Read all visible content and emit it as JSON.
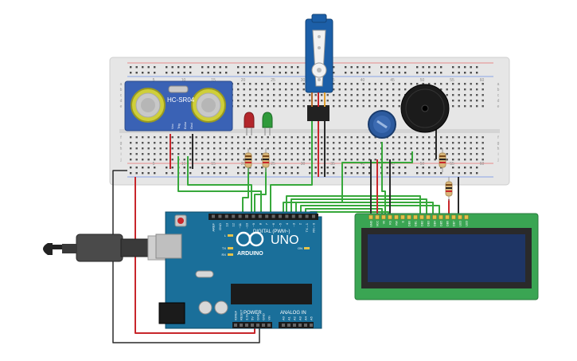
{
  "canvas": {
    "background": "#ffffff"
  },
  "components": {
    "breadboard": {
      "column_numbers": [
        "5",
        "10",
        "15",
        "20",
        "25",
        "30",
        "35",
        "40",
        "45",
        "50",
        "55",
        "60"
      ],
      "row_letters": [
        "a",
        "b",
        "c",
        "d",
        "e",
        "f",
        "g",
        "h",
        "i",
        "j"
      ],
      "color": "#e6e6e6"
    },
    "ultrasonic": {
      "label": "HC-SR04",
      "pins": [
        "Vcc",
        "Trig",
        "Echo",
        "Gnd"
      ],
      "pcb_color": "#3a62b5"
    },
    "leds": [
      {
        "name": "red-led",
        "color": "#b3262b"
      },
      {
        "name": "green-led",
        "color": "#2f9a3a"
      }
    ],
    "servo": {
      "color": "#1c5fa8"
    },
    "potentiometer": {
      "color": "#2c5a9e"
    },
    "buzzer": {
      "color": "#1b1b1b"
    },
    "arduino": {
      "brand": "ARDUINO",
      "model": "UNO",
      "digital_label": "DIGITAL (PWM~)",
      "power_label": "POWER",
      "analog_label": "ANALOG IN",
      "power_pins": [
        "IOREF",
        "RESET",
        "3.3V",
        "5V",
        "GND",
        "GND",
        "Vin"
      ],
      "analog_pins": [
        "A0",
        "A1",
        "A2",
        "A3",
        "A4",
        "A5"
      ],
      "digital_pins": [
        "AREF",
        "GND",
        "13",
        "12",
        "~11",
        "~10",
        "~9",
        "8",
        "7",
        "~6",
        "~5",
        "4",
        "~3",
        "2",
        "TX→1",
        "RX←0"
      ],
      "leds": [
        "L",
        "TX",
        "RX",
        "ON"
      ],
      "board_color": "#1a6f9a"
    },
    "lcd": {
      "pins": [
        "GND",
        "VCC",
        "V0",
        "RS",
        "RW",
        "E",
        "DB0",
        "DB1",
        "DB2",
        "DB3",
        "DB4",
        "DB5",
        "DB6",
        "DB7",
        "LED",
        "LED"
      ],
      "pcb_color": "#3aa553",
      "screen_color": "#1e3565"
    }
  },
  "wire_colors": {
    "red": "#c8262b",
    "black": "#2a2a2a",
    "green": "#37a83b",
    "gray": "#555555"
  }
}
